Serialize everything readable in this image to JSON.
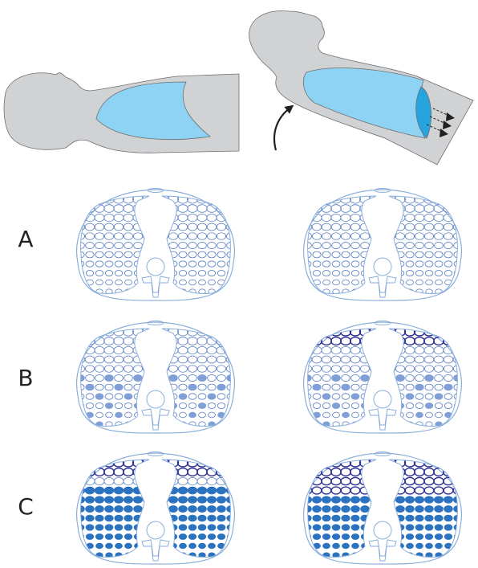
{
  "rows": [
    {
      "label": "A",
      "left": {
        "fill_start": 99,
        "dark_rows": 0
      },
      "right": {
        "fill_start": 99,
        "dark_rows": 0
      }
    },
    {
      "label": "B",
      "left": {
        "fill_start": 5,
        "dark_rows": 0,
        "sparse": true
      },
      "right": {
        "fill_start": 5,
        "dark_rows": 2,
        "sparse": true
      }
    },
    {
      "label": "C",
      "left": {
        "fill_start": 3,
        "dark_rows": 2
      },
      "right": {
        "fill_start": 4,
        "dark_rows": 4
      }
    }
  ],
  "colors": {
    "body": "#d1d2d4",
    "body_stroke": "#6d6e71",
    "lung": "#8fd3f4",
    "lung_dependent": "#27a4dd",
    "outline": "#8aaedb",
    "alveolus_open": "#5a7fc0",
    "alveolus_overdistended": "#2e3192",
    "alveolus_partial": "#7f9fd6",
    "alveolus_collapsed": "#2b72c0",
    "arrow": "#231f20"
  },
  "icons": [
    "curved-rotation-arrow-icon",
    "dashed-triangle-arrows-icon"
  ]
}
